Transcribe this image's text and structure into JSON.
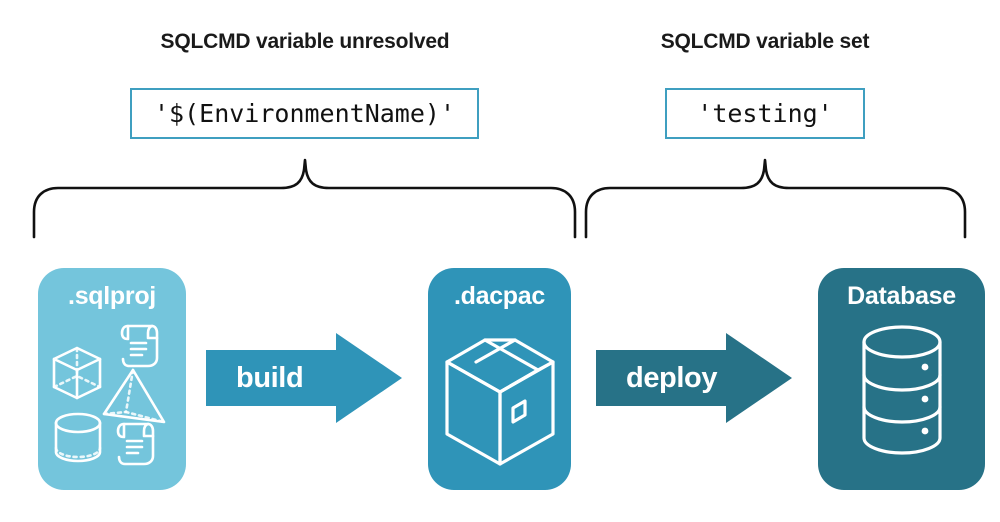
{
  "headings": {
    "left": "SQLCMD variable unresolved",
    "right": "SQLCMD variable set"
  },
  "code_values": {
    "left": "'$(EnvironmentName)'",
    "right": "'testing'"
  },
  "artifacts": [
    {
      "id": "sqlproj",
      "label": ".sqlproj",
      "color": "#74C5DC",
      "icons": [
        "cube-icon",
        "pyramid-icon",
        "cylinder-icon",
        "scroll-icon",
        "scroll-icon"
      ]
    },
    {
      "id": "dacpac",
      "label": ".dacpac",
      "color": "#2F94B8",
      "icons": [
        "package-box-icon"
      ]
    },
    {
      "id": "database",
      "label": "Database",
      "color": "#277287",
      "icons": [
        "database-cylinder-icon"
      ]
    }
  ],
  "arrows": [
    {
      "id": "build",
      "label": "build",
      "color": "#2F94B8"
    },
    {
      "id": "deploy",
      "label": "deploy",
      "color": "#277287"
    }
  ],
  "braces": {
    "left": {
      "name": "brace-build-scope"
    },
    "right": {
      "name": "brace-deploy-scope"
    }
  },
  "colors": {
    "light_teal": "#74C5DC",
    "mid_teal": "#2F94B8",
    "dark_teal": "#277287",
    "border_teal": "#3F9FC0",
    "text_dark": "#1a1a1a",
    "background": "#ffffff"
  }
}
